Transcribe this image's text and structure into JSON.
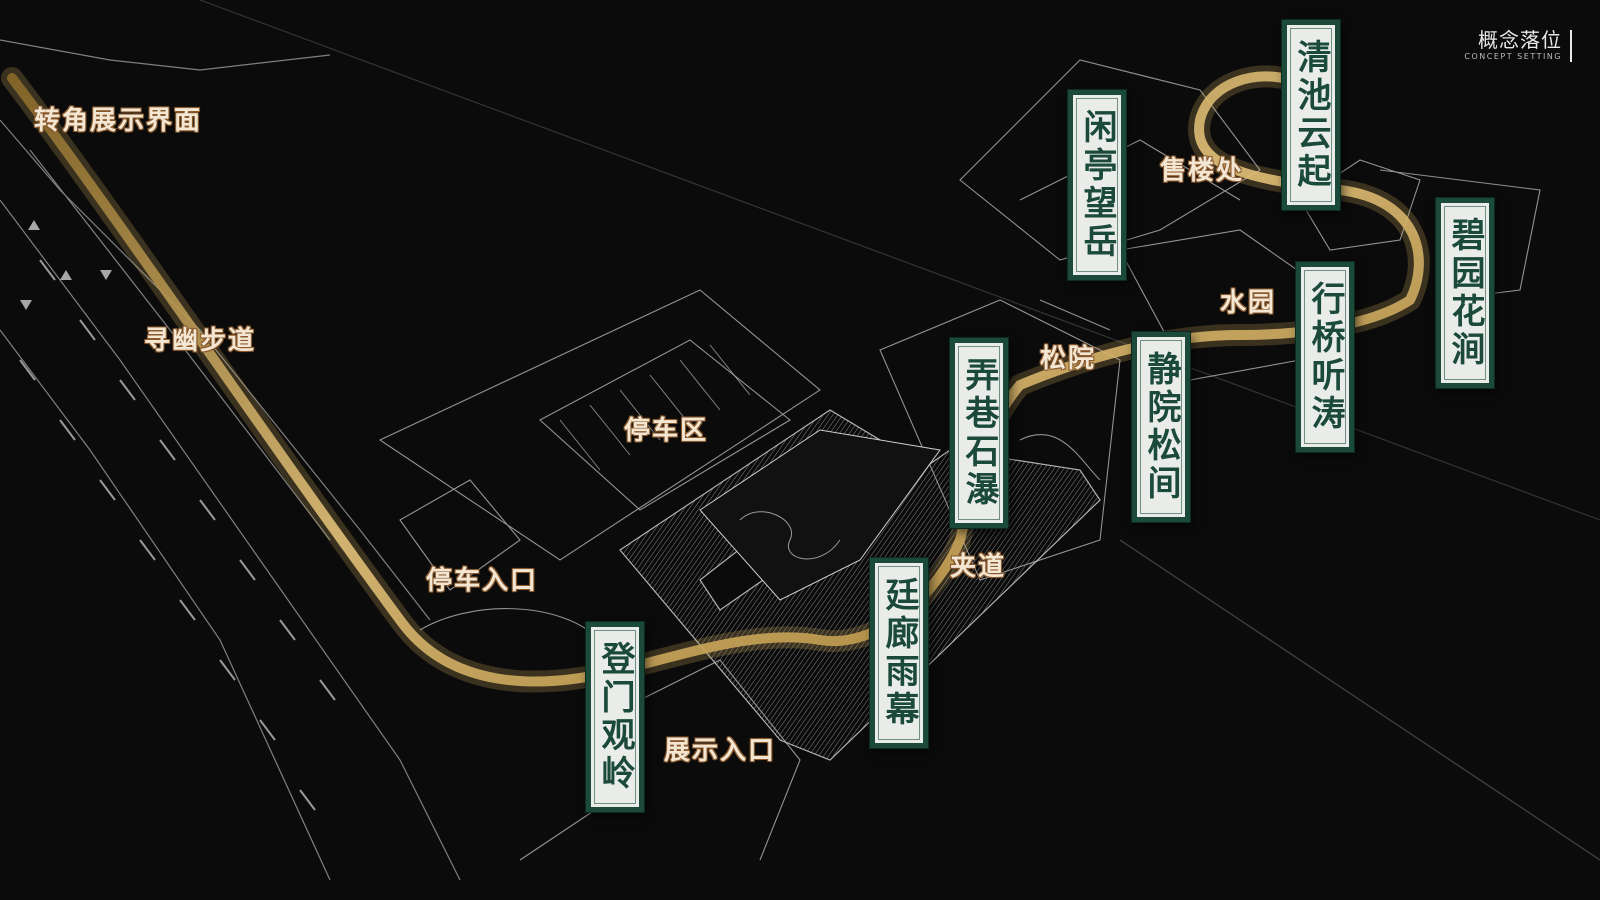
{
  "header": {
    "title": "概念落位",
    "subtitle": "CONCEPT SETTING"
  },
  "labels": {
    "corner_display": "转角展示界面",
    "xunyou_path": "寻幽步道",
    "parking_area": "停车区",
    "parking_entrance": "停车入口",
    "display_entrance": "展示入口",
    "jiadao": "夹道",
    "songyuan": "松院",
    "shuiyuan": "水园",
    "sales_office": "售楼处"
  },
  "plaques": {
    "dengmen": "登门观岭",
    "lianglang": "廷廊雨幕",
    "nongxiang": "弄巷石瀑",
    "jingyuan": "静院松间",
    "xianting": "闲亭望岳",
    "qingchi": "清池云起",
    "xingqiao": "行桥听涛",
    "biyuan": "碧园花涧"
  },
  "colors": {
    "background": "#0b0b0b",
    "line_art": "#bfbfbf",
    "path_gold": "#c9a55a",
    "plaque_border": "#1b4a3a",
    "plaque_face": "#e9ece8",
    "label_text": "#f3e6d3"
  }
}
